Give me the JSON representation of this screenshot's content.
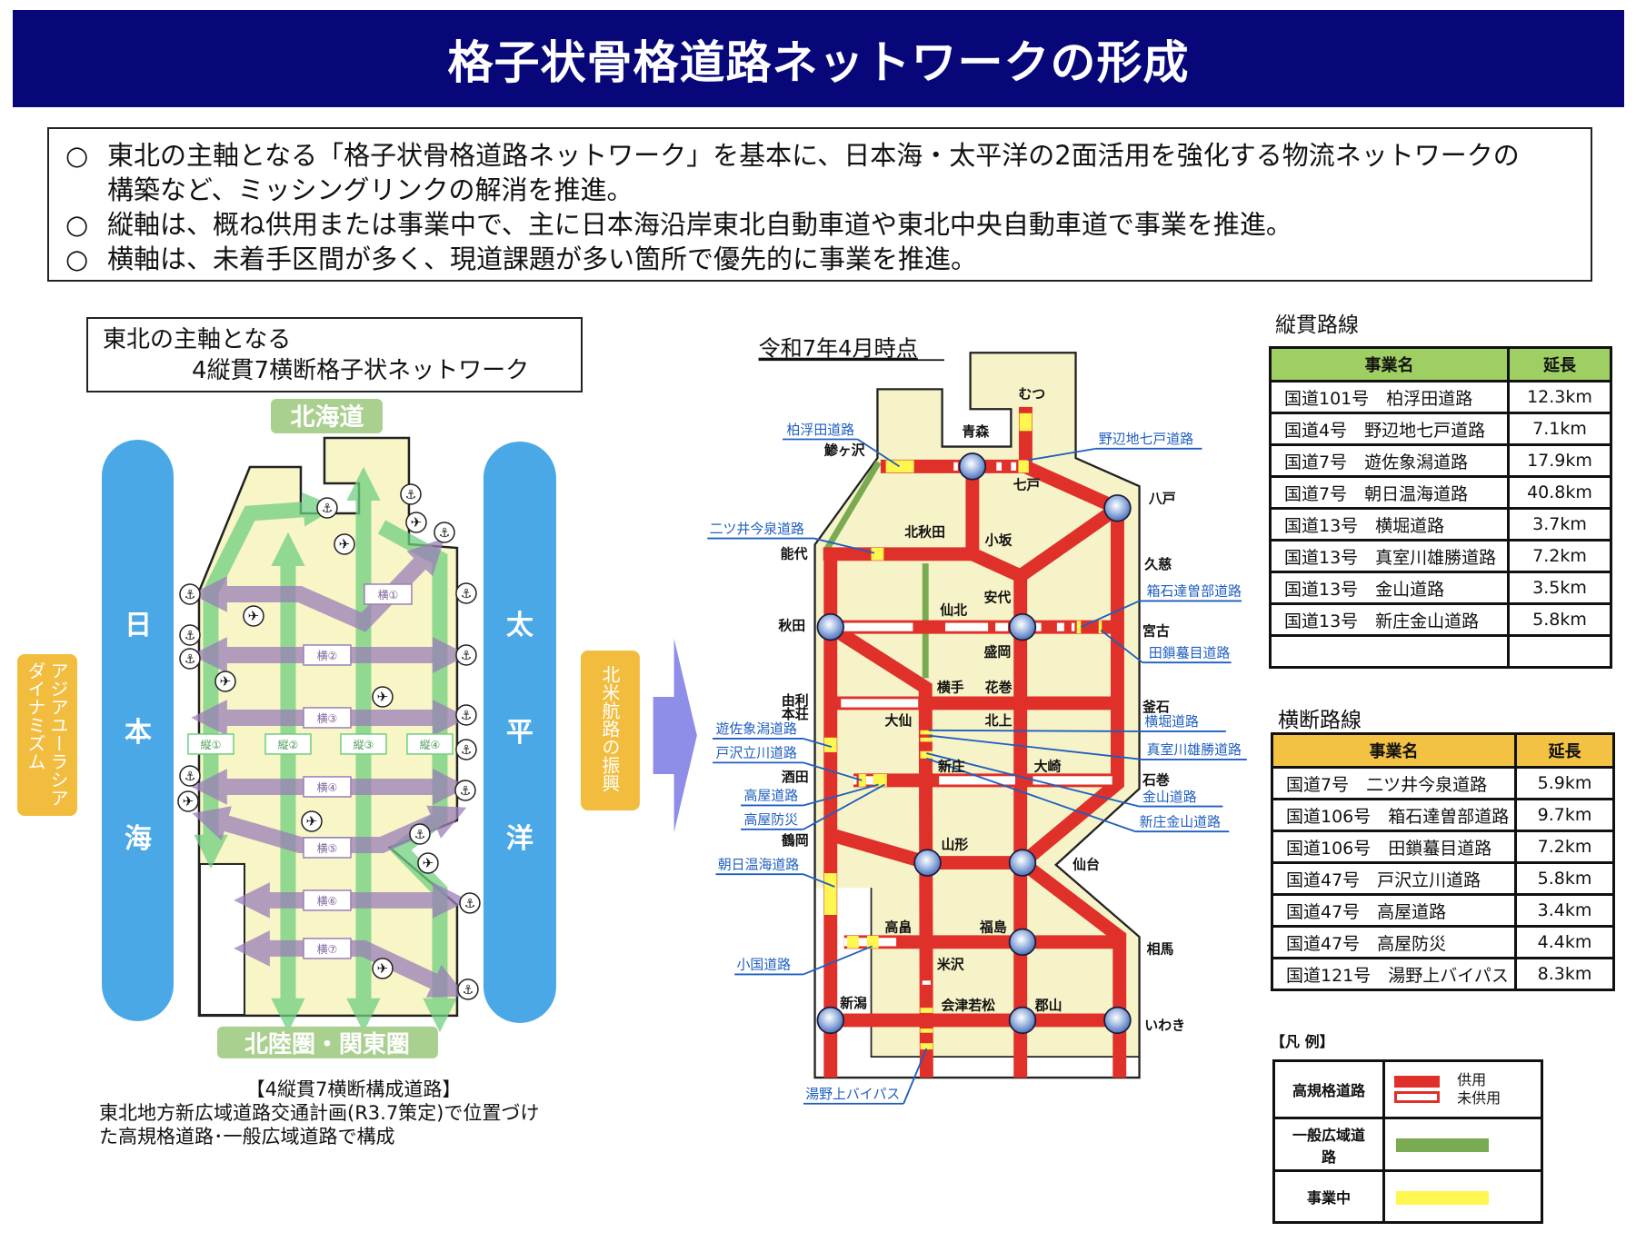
{
  "header": {
    "title": "格子状骨格道路ネットワークの形成"
  },
  "summary": {
    "bullet_mark": "○",
    "items": [
      {
        "line1": "東北の主軸となる「格子状骨格道路ネットワーク」を基本に、日本海・太平洋の2面活用を強化する物流ネットワークの",
        "line2": "構築など、ミッシングリンクの解消を推進。"
      },
      {
        "line1": "縦軸は、概ね供用または事業中で、主に日本海沿岸東北自動車道や東北中央自動車道で事業を推進。"
      },
      {
        "line1": "横軸は、未着手区間が多く、現道課題が多い箇所で優先的に事業を推進。"
      }
    ]
  },
  "concept": {
    "title_line1": "東北の主軸となる",
    "title_line2": "4縦貫7横断格子状ネットワーク",
    "north_label": "北海道",
    "south_label": "北陸圏・関東圏",
    "sea_west": [
      "日",
      "本",
      "海"
    ],
    "sea_east": [
      "太",
      "平",
      "洋"
    ],
    "west_banner": [
      "アジアユーラシア",
      "ダイナミズム"
    ],
    "east_banner": "北米航路の振興",
    "vertical_labels": [
      "縦①",
      "縦②",
      "縦③",
      "縦④"
    ],
    "horizontal_labels": [
      "横①",
      "横②",
      "横③",
      "横④",
      "横⑤",
      "横⑥",
      "横⑦"
    ],
    "caption_title": "【4縦貫7横断構成道路】",
    "caption_line1": "東北地方新広域道路交通計画(R3.7策定)で位置づけ",
    "caption_line2": "た高規格道路･一般広域道路で構成"
  },
  "map": {
    "as_of": "令和7年4月時点",
    "cities": [
      "むつ",
      "青森",
      "鯵ヶ沢",
      "七戸",
      "八戸",
      "北秋田",
      "小坂",
      "能代",
      "久慈",
      "安代",
      "仙北",
      "秋田",
      "宮古",
      "盛岡",
      "横手",
      "花巻",
      "由利",
      "本荘",
      "大仙",
      "北上",
      "釜石",
      "新庄",
      "大崎",
      "酒田",
      "石巻",
      "鶴岡",
      "山形",
      "仙台",
      "高畠",
      "福島",
      "相馬",
      "米沢",
      "新潟",
      "会津若松",
      "郡山",
      "いわき"
    ],
    "roads": [
      "柏浮田道路",
      "野辺地七戸道路",
      "二ツ井今泉道路",
      "箱石達曽部道路",
      "田鎖蟇目道路",
      "横堀道路",
      "遊佐象潟道路",
      "真室川雄勝道路",
      "戸沢立川道路",
      "金山道路",
      "新庄金山道路",
      "高屋道路",
      "高屋防災",
      "朝日温海道路",
      "小国道路",
      "湯野上バイパス"
    ]
  },
  "colors": {
    "expressway": "#e0302a",
    "general_road": "#7aab52",
    "in_progress": "#fff650",
    "land": "#f7f3c8",
    "sea": "#4aa8e6",
    "header": "#07077a"
  },
  "vertical_table": {
    "heading": "縦貫路線",
    "columns": [
      "事業名",
      "延長"
    ],
    "rows": [
      [
        "国道101号　柏浮田道路",
        "12.3km"
      ],
      [
        "国道4号　野辺地七戸道路",
        "7.1km"
      ],
      [
        "国道7号　遊佐象潟道路",
        "17.9km"
      ],
      [
        "国道7号　朝日温海道路",
        "40.8km"
      ],
      [
        "国道13号　横堀道路",
        "3.7km"
      ],
      [
        "国道13号　真室川雄勝道路",
        "7.2km"
      ],
      [
        "国道13号　金山道路",
        "3.5km"
      ],
      [
        "国道13号　新庄金山道路",
        "5.8km"
      ],
      [
        "",
        ""
      ]
    ]
  },
  "horizontal_table": {
    "heading": "横断路線",
    "columns": [
      "事業名",
      "延長"
    ],
    "rows": [
      [
        "国道7号　二ツ井今泉道路",
        "5.9km"
      ],
      [
        "国道106号　箱石達曽部道路",
        "9.7km"
      ],
      [
        "国道106号　田鎖蟇目道路",
        "7.2km"
      ],
      [
        "国道47号　戸沢立川道路",
        "5.8km"
      ],
      [
        "国道47号　高屋道路",
        "3.4km"
      ],
      [
        "国道47号　高屋防災",
        "4.4km"
      ],
      [
        "国道121号　湯野上バイパス",
        "8.3km"
      ]
    ]
  },
  "legend": {
    "heading": "【凡 例】",
    "rows": [
      {
        "label": "高規格道路",
        "open": "供用",
        "unopened": "未供用"
      },
      {
        "label": "一般広域道路"
      },
      {
        "label": "事業中"
      }
    ]
  }
}
